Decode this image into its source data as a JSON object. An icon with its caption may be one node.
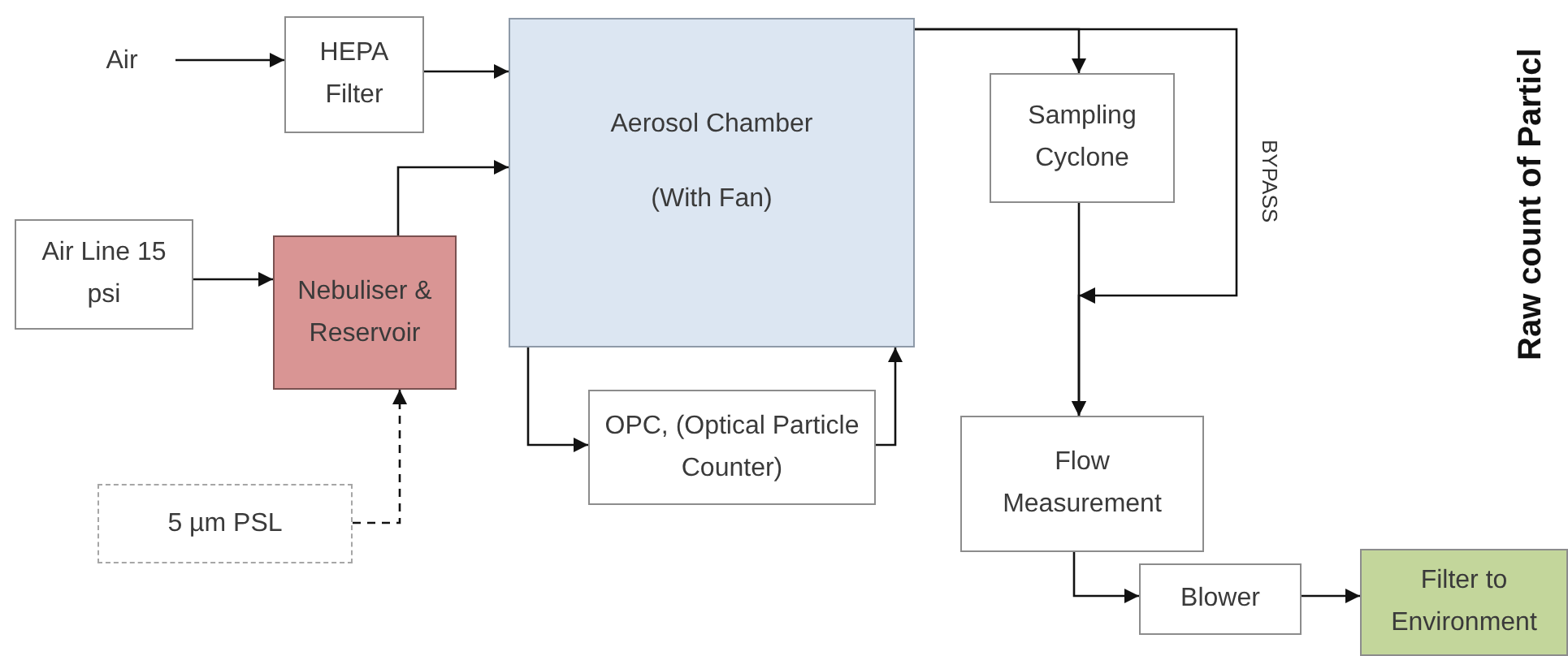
{
  "diagram": {
    "nodes": [
      {
        "text": [
          "Air"
        ]
      },
      {
        "text": [
          "HEPA Filter"
        ]
      },
      {
        "text": [
          "Aerosol Chamber",
          "(With Fan)"
        ]
      },
      {
        "text": [
          "Sampling Cyclone"
        ]
      },
      {
        "text": [
          "Air Line 15 psi"
        ]
      },
      {
        "text": [
          "Nebuliser & Reservoir"
        ]
      },
      {
        "text": [
          "OPC, (Optical Particle Counter)"
        ]
      },
      {
        "text": [
          "5 µm PSL"
        ]
      },
      {
        "text": [
          "Flow Measurement"
        ]
      },
      {
        "text": [
          "Blower"
        ]
      },
      {
        "text": [
          "Filter to Environment"
        ]
      }
    ],
    "edges": [
      {
        "from": 0,
        "to": 1,
        "arrow": "to"
      },
      {
        "from": 1,
        "to": 2,
        "arrow": "to"
      },
      {
        "from": 4,
        "to": 5,
        "arrow": "to"
      },
      {
        "from": 5,
        "to": 2,
        "arrow": "to"
      },
      {
        "from": 7,
        "to": 5,
        "arrow": "to",
        "style": "dashed"
      },
      {
        "from": 2,
        "to": 6,
        "arrow": "to"
      },
      {
        "from": 6,
        "to": 2,
        "arrow": "to"
      },
      {
        "from": 2,
        "to": 3,
        "arrow": "to"
      },
      {
        "from": 2,
        "to": 8,
        "arrow": "to",
        "label": "BYPASS"
      },
      {
        "from": 3,
        "to": 8,
        "arrow": "to"
      },
      {
        "from": 8,
        "to": 9,
        "arrow": "to"
      },
      {
        "from": 9,
        "to": 10,
        "arrow": "to"
      }
    ],
    "labels": [
      "Raw count of Particl"
    ]
  }
}
